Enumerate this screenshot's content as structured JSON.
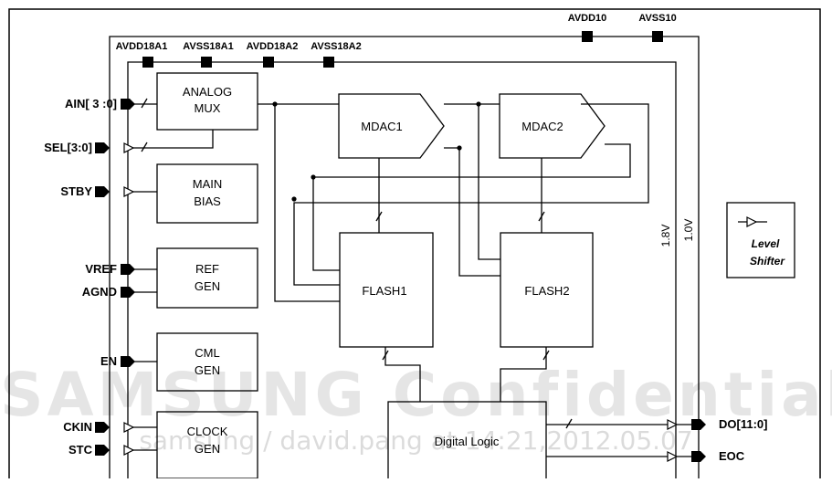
{
  "supply_labels": {
    "avdd10": "AVDD10",
    "avss10": "AVSS10",
    "avdd18a1": "AVDD18A1",
    "avss18a1": "AVSS18A1",
    "avdd18a2": "AVDD18A2",
    "avss18a2": "AVSS18A2"
  },
  "input_pins": {
    "ain": "AIN[ 3 :0]",
    "sel": "SEL[3:0]",
    "stby": "STBY",
    "vref": "VREF",
    "agnd": "AGND",
    "en": "EN",
    "ckin": "CKIN",
    "stc": "STC"
  },
  "output_pins": {
    "do": "DO[11:0]",
    "eoc": "EOC"
  },
  "blocks": {
    "analog_mux": [
      "ANALOG",
      "MUX"
    ],
    "main_bias": [
      "MAIN",
      "BIAS"
    ],
    "ref_gen": [
      "REF",
      "GEN"
    ],
    "cml_gen": [
      "CML",
      "GEN"
    ],
    "clock_gen": [
      "CLOCK",
      "GEN"
    ],
    "mdac1": "MDAC1",
    "mdac2": "MDAC2",
    "flash1": "FLASH1",
    "flash2": "FLASH2",
    "digital_logic": "Digital Logic"
  },
  "rail_labels": {
    "v18": "1.8V",
    "v10": "1.0V"
  },
  "legend": {
    "line1": "Level",
    "line2": "Shifter"
  },
  "watermark": {
    "line1": "SAMSUNG Confidential",
    "line2": "samsung / david.pang at 14:21,2012.05.07"
  }
}
